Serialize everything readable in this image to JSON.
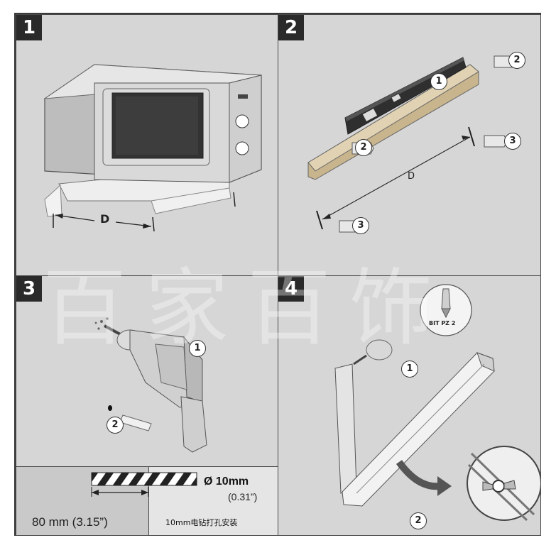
{
  "steps": [
    {
      "number": "1"
    },
    {
      "number": "2"
    },
    {
      "number": "3"
    },
    {
      "number": "4"
    }
  ],
  "step1": {
    "dimension_label": "D"
  },
  "step2": {
    "dimension_label": "D",
    "callouts": [
      "1",
      "2",
      "2",
      "3",
      "3"
    ]
  },
  "step3": {
    "callouts": [
      "1",
      "2"
    ],
    "drill_depth": "80 mm (3.15”)",
    "drill_diameter": "Ø 10mm",
    "drill_diameter_inch": "(0.31”)",
    "note": "10mm电钻打孔安装"
  },
  "step4": {
    "callouts": [
      "1",
      "2"
    ],
    "bit_label": "BIT PZ 2"
  },
  "watermark": "百家百饰"
}
